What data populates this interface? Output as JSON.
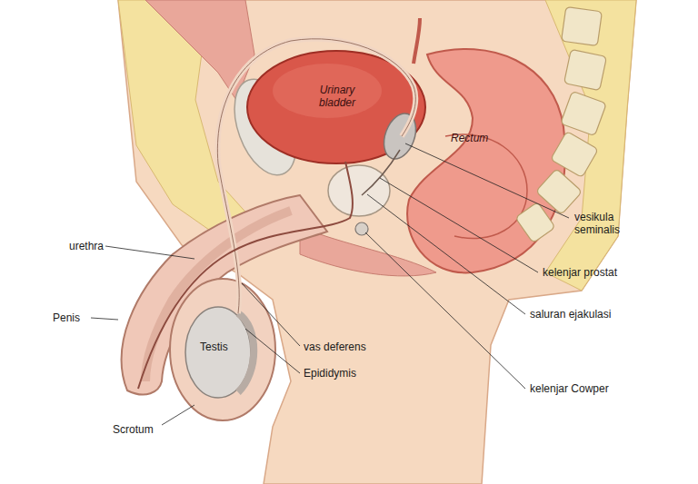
{
  "diagram": {
    "labels": [
      "Urinary bladder",
      "Rectum",
      "vesikula seminalis",
      "kelenjar prostat",
      "saluran ejakulasi",
      "kelenjar Cowper",
      "urethra",
      "Penis",
      "vas deferens",
      "Epididymis",
      "Testis",
      "Scrotum"
    ]
  }
}
